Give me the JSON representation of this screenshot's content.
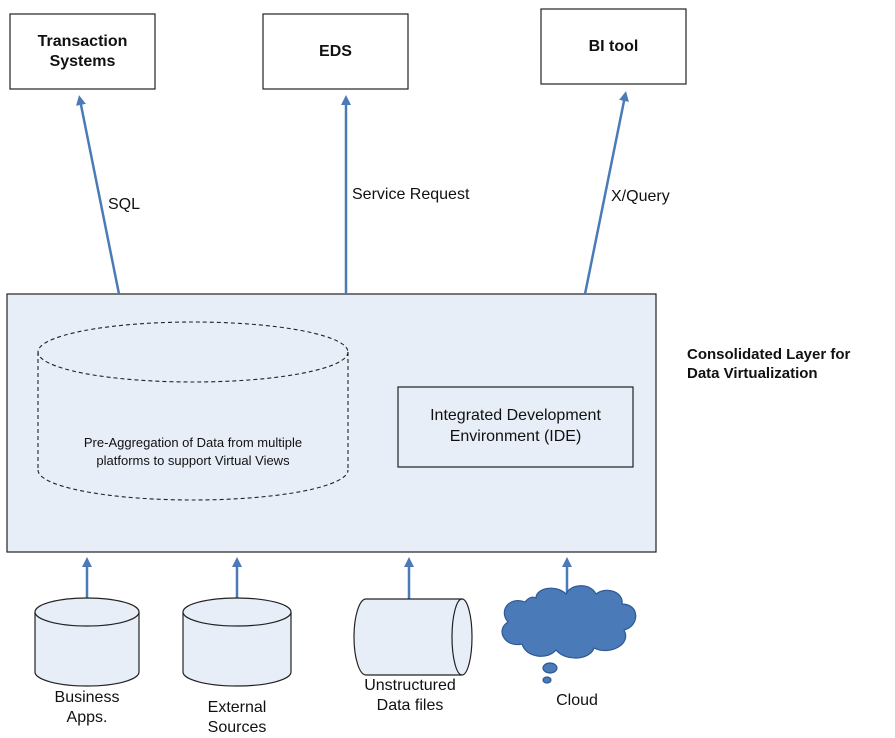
{
  "top_boxes": {
    "transaction_line1": "Transaction",
    "transaction_line2": "Systems",
    "eds": "EDS",
    "bi_tool": "BI tool"
  },
  "edges": {
    "sql": "SQL",
    "service_request": "Service Request",
    "xquery": "X/Query"
  },
  "layer": {
    "caption_line1": "Consolidated Layer for",
    "caption_line2": "Data Virtualization",
    "cylinder_line1": "Pre-Aggregation of Data from multiple",
    "cylinder_line2": "platforms to support Virtual Views",
    "ide_line1": "Integrated Development",
    "ide_line2": "Environment (IDE)"
  },
  "sources": {
    "business_line1": "Business",
    "business_line2": "Apps.",
    "external_line1": "External",
    "external_line2": "Sources",
    "unstructured_line1": "Unstructured",
    "unstructured_line2": "Data files",
    "cloud": "Cloud"
  },
  "colors": {
    "arrow": "#4a7ab8",
    "layer_fill": "#e8eef7",
    "cloud_fill": "#4a7ab8",
    "cylinder_fill": "#e8eef7"
  }
}
